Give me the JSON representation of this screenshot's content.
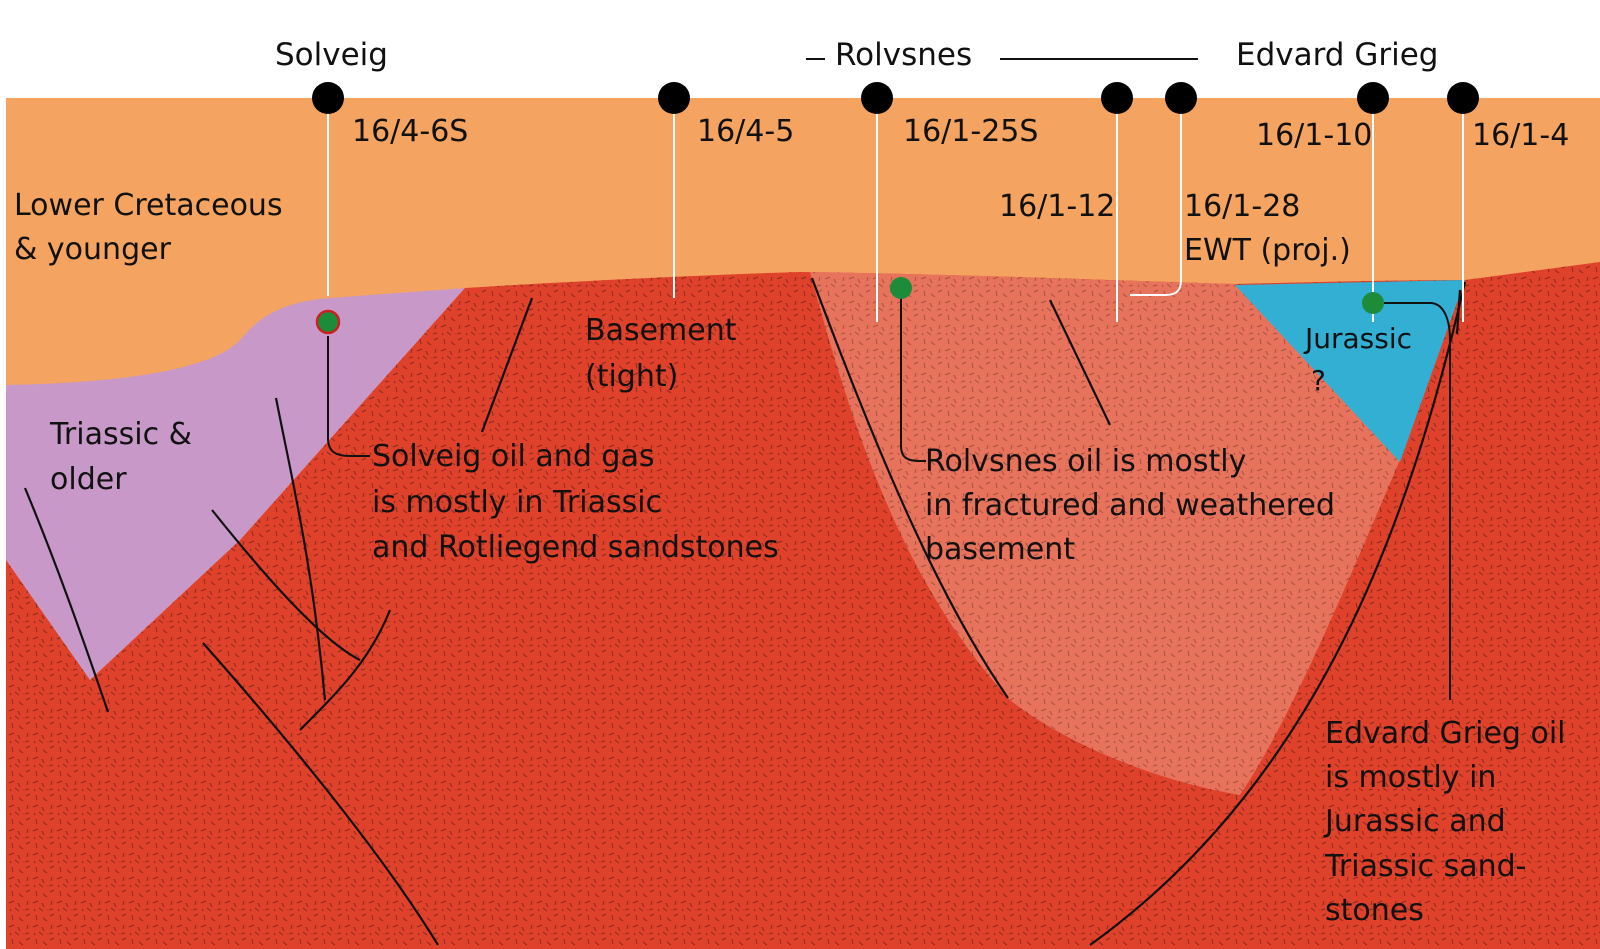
{
  "fields": {
    "solveig": "Solveig",
    "rolvsnes": "Rolvsnes",
    "edvard_grieg": "Edvard Grieg"
  },
  "wells": {
    "w_16_4_6S": "16/4-6S",
    "w_16_4_5": "16/4-5",
    "w_16_1_25S": "16/1-25S",
    "w_16_1_12": "16/1-12",
    "w_16_1_28": "16/1-28",
    "w_16_1_28_note": "EWT (proj.)",
    "w_16_1_10": "16/1-10",
    "w_16_1_4": "16/1-4"
  },
  "units": {
    "lower_cretaceous_1": "Lower Cretaceous",
    "lower_cretaceous_2": "& younger",
    "triassic_1": "Triassic &",
    "triassic_2": "older",
    "basement_1": "Basement",
    "basement_2": "(tight)",
    "jurassic": "Jurassic",
    "jurassic_q": "?"
  },
  "notes": {
    "solveig": [
      "Solveig oil and gas",
      "is mostly in Triassic",
      "and Rotliegend sandstones"
    ],
    "rolvsnes": [
      "Rolvsnes oil is mostly",
      "in fractured and weathered",
      " basement"
    ],
    "edvard_grieg": [
      "Edvard Grieg oil",
      "is mostly in",
      "Jurassic and",
      "Triassic sand-",
      "stones"
    ]
  },
  "colors": {
    "cretaceous": "#f4a460",
    "triassic": "#c899c8",
    "basement": "#e0412b",
    "fractured_basement": "#e8735c",
    "jurassic": "#33afd3",
    "well_head": "#000000",
    "oil_show": "#1c8c3a"
  }
}
